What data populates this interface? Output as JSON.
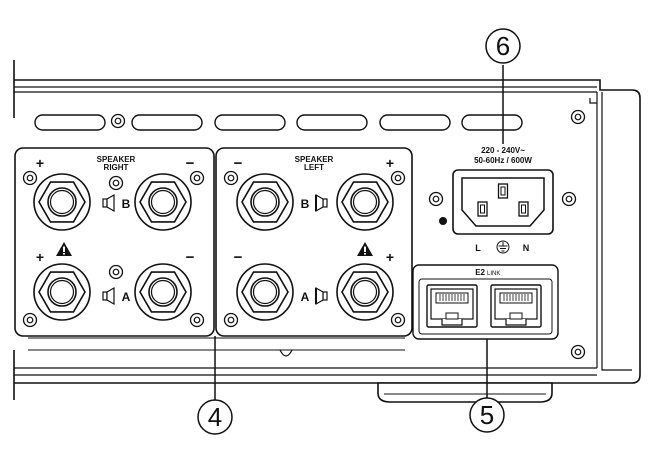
{
  "callouts": {
    "speaker_terminals": "4",
    "e2_link_ports": "5",
    "power_inlet": "6"
  },
  "speaker_right": {
    "title_line1": "SPEAKER",
    "title_line2": "RIGHT",
    "plus": "+",
    "minus": "−",
    "channel_b": "B",
    "channel_a": "A"
  },
  "speaker_left": {
    "title_line1": "SPEAKER",
    "title_line2": "LEFT",
    "plus": "+",
    "minus": "−",
    "channel_b": "B",
    "channel_a": "A"
  },
  "power": {
    "voltage": "220 - 240V~",
    "frequency_power": "50-60Hz / 600W",
    "live": "L",
    "neutral": "N"
  },
  "e2_link": {
    "label_main": "E2",
    "label_suffix": "LINK"
  },
  "icons": [
    "speaker-icon",
    "warning-triangle-icon",
    "ground-icon",
    "rj45-port-icon",
    "screw-icon"
  ]
}
